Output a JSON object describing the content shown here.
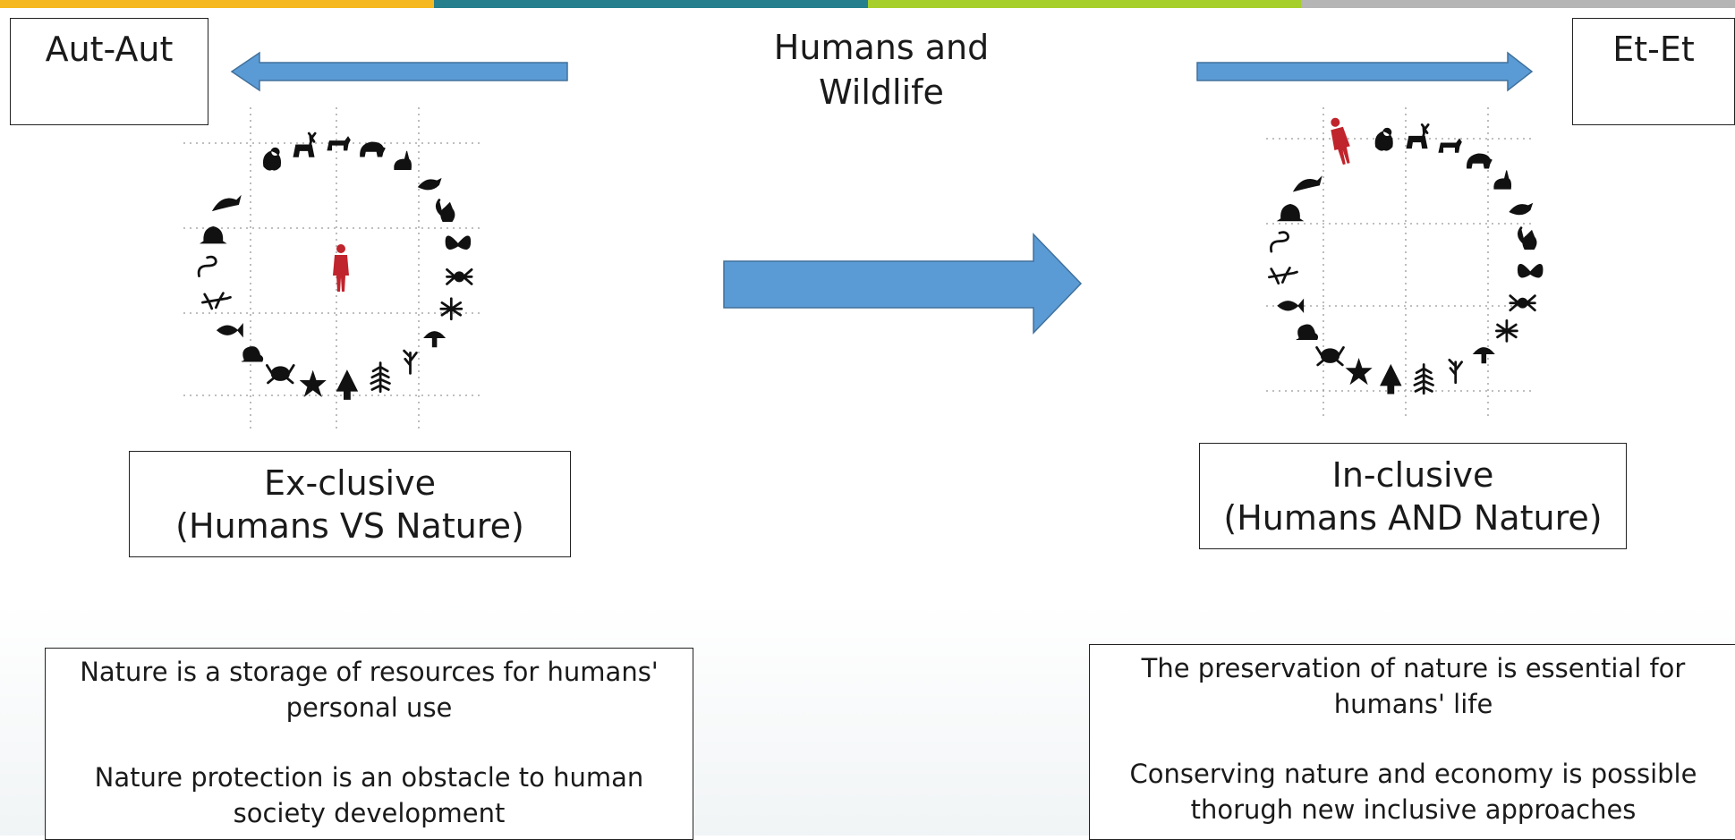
{
  "colors": {
    "top_bar": [
      "#f5b820",
      "#267f8c",
      "#a7cf2c",
      "#b5b5b5"
    ],
    "arrow_fill": "#5b9bd5",
    "arrow_stroke": "#41719c",
    "human_red": "#c0242c",
    "animal_black": "#111111"
  },
  "title": "Humans and Wildlife",
  "left": {
    "corner_label": "Aut-Aut",
    "circle_label_line1": "Ex-clusive",
    "circle_label_line2": "(Humans VS Nature)",
    "statement1": "Nature is a storage of resources for humans' personal use",
    "statement2": "Nature protection is an obstacle to human society development"
  },
  "right": {
    "corner_label": "Et-Et",
    "circle_label_line1": "In-clusive",
    "circle_label_line2": "(Humans AND Nature)",
    "statement1": "The preservation of nature is essential for humans' life",
    "statement2": "Conserving nature and economy is possible thorugh new inclusive approaches"
  },
  "icons": [
    "monkey-icon",
    "deer-icon",
    "dog-icon",
    "bear-icon",
    "rabbit-icon",
    "bird-icon",
    "squirrel-icon",
    "butterfly-icon",
    "spider-icon",
    "insect-icon",
    "mushroom-icon",
    "flower-icon",
    "fern-icon",
    "tree-icon",
    "starfish-icon",
    "crab-icon",
    "snail-icon",
    "fish-icon",
    "lizard-icon",
    "snake-icon",
    "frog-icon",
    "dolphin-icon"
  ]
}
